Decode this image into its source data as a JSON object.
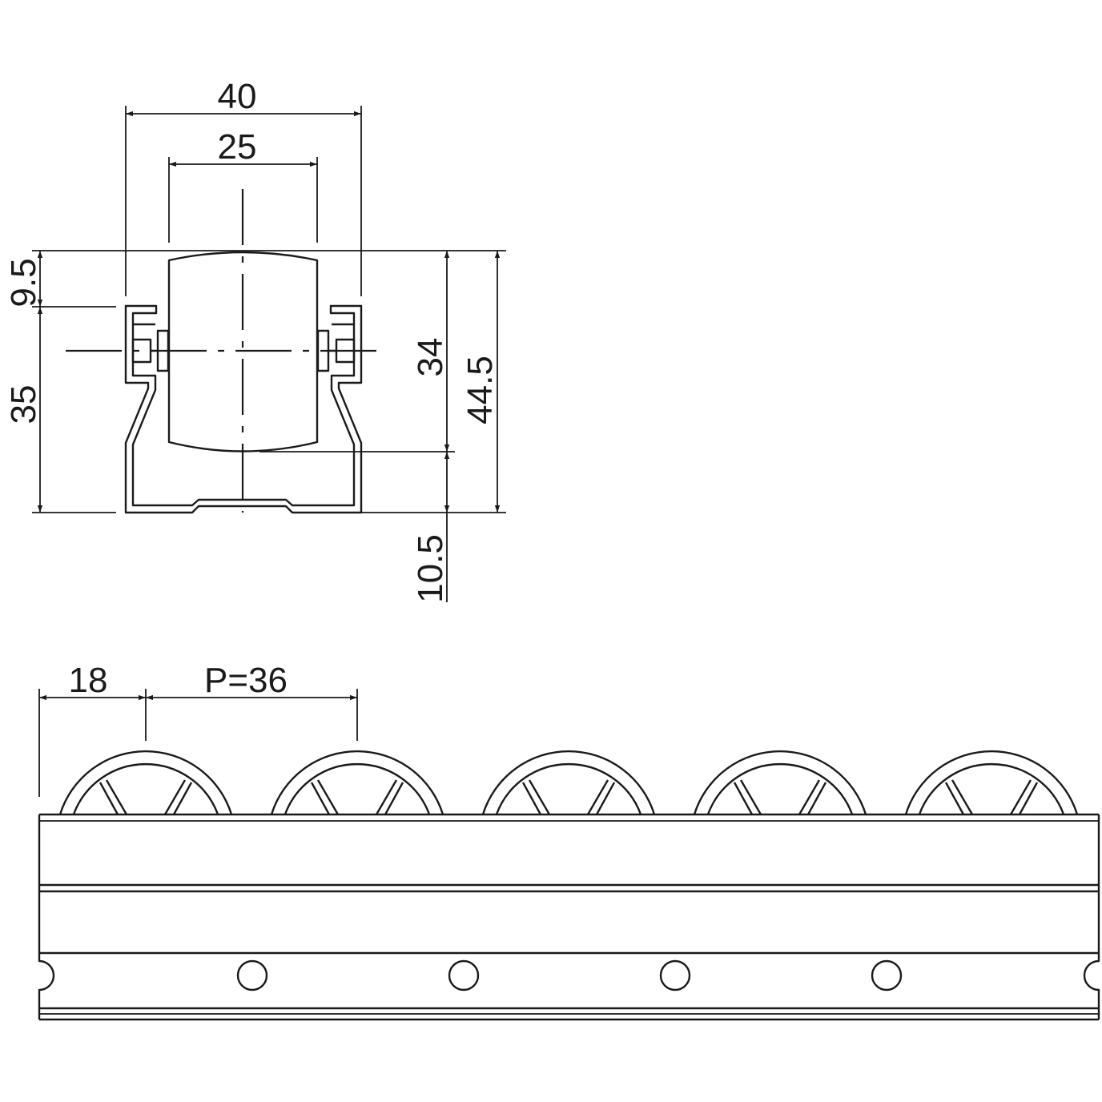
{
  "drawing": {
    "section_view": {
      "dimensions": {
        "overall_width": "40",
        "roller_width": "25",
        "top_offset": "9.5",
        "rail_height": "35",
        "roller_diameter": "34",
        "total_height": "44.5",
        "bottom_offset": "10.5"
      }
    },
    "side_view": {
      "dimensions": {
        "first_roller_offset": "18",
        "pitch": "P=36"
      },
      "roller_count": 5,
      "mounting_hole_count": 4
    },
    "colors": {
      "line": "#1a1a1a",
      "background": "#ffffff"
    }
  }
}
